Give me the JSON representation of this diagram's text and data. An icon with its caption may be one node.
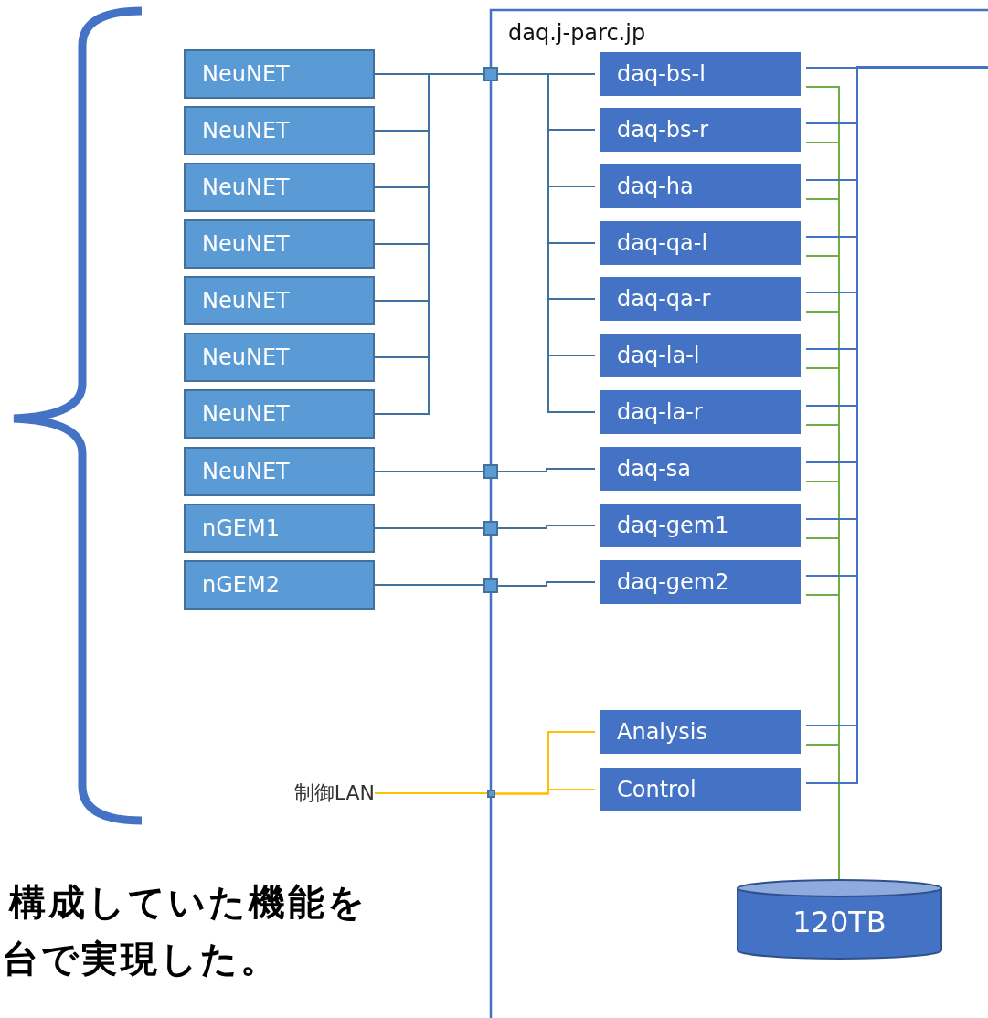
{
  "diagram": {
    "nodes": [
      {
        "text": [
          "NeuNET"
        ]
      },
      {
        "text": [
          "NeuNET"
        ]
      },
      {
        "text": [
          "NeuNET"
        ]
      },
      {
        "text": [
          "NeuNET"
        ]
      },
      {
        "text": [
          "NeuNET"
        ]
      },
      {
        "text": [
          "NeuNET"
        ]
      },
      {
        "text": [
          "NeuNET"
        ]
      },
      {
        "text": [
          "NeuNET"
        ]
      },
      {
        "text": [
          "nGEM1"
        ]
      },
      {
        "text": [
          "nGEM2"
        ]
      },
      {
        "text": [
          "daq-bs-l"
        ]
      },
      {
        "text": [
          "daq-bs-r"
        ]
      },
      {
        "text": [
          "daq-ha"
        ]
      },
      {
        "text": [
          "daq-qa-l"
        ]
      },
      {
        "text": [
          "daq-qa-r"
        ]
      },
      {
        "text": [
          "daq-la-l"
        ]
      },
      {
        "text": [
          "daq-la-r"
        ]
      },
      {
        "text": [
          "daq-sa"
        ]
      },
      {
        "text": [
          "daq-gem1"
        ]
      },
      {
        "text": [
          "daq-gem2"
        ]
      },
      {
        "text": [
          "Analysis"
        ]
      },
      {
        "text": [
          "Control"
        ]
      },
      {
        "text": [
          "120TB"
        ]
      },
      {
        "text": [
          "制御LAN"
        ]
      },
      {
        "text": [],
        "shape": "box"
      },
      {
        "text": [],
        "shape": "box"
      },
      {
        "text": [],
        "shape": "box"
      },
      {
        "text": [],
        "shape": "box"
      },
      {
        "text": [],
        "shape": "box"
      }
    ],
    "edges": [
      {
        "from": 0,
        "to": 24,
        "arrow": "none"
      },
      {
        "from": 1,
        "to": 24,
        "arrow": "none"
      },
      {
        "from": 2,
        "to": 24,
        "arrow": "none"
      },
      {
        "from": 3,
        "to": 24,
        "arrow": "none"
      },
      {
        "from": 4,
        "to": 24,
        "arrow": "none"
      },
      {
        "from": 5,
        "to": 24,
        "arrow": "none"
      },
      {
        "from": 6,
        "to": 24,
        "arrow": "none"
      },
      {
        "from": 24,
        "to": 10,
        "arrow": "none"
      },
      {
        "from": 24,
        "to": 11,
        "arrow": "none"
      },
      {
        "from": 24,
        "to": 12,
        "arrow": "none"
      },
      {
        "from": 24,
        "to": 13,
        "arrow": "none"
      },
      {
        "from": 24,
        "to": 14,
        "arrow": "none"
      },
      {
        "from": 24,
        "to": 15,
        "arrow": "none"
      },
      {
        "from": 24,
        "to": 16,
        "arrow": "none"
      },
      {
        "from": 7,
        "to": 25,
        "arrow": "none"
      },
      {
        "from": 25,
        "to": 17,
        "arrow": "none"
      },
      {
        "from": 8,
        "to": 26,
        "arrow": "none"
      },
      {
        "from": 26,
        "to": 18,
        "arrow": "none"
      },
      {
        "from": 9,
        "to": 27,
        "arrow": "none"
      },
      {
        "from": 27,
        "to": 19,
        "arrow": "none"
      },
      {
        "from": 23,
        "to": 28,
        "arrow": "none",
        "color": "#ffc000"
      },
      {
        "from": 28,
        "to": 20,
        "arrow": "none",
        "color": "#ffc000"
      },
      {
        "from": 28,
        "to": 21,
        "arrow": "none",
        "color": "#ffc000"
      },
      {
        "from": 10,
        "to": 22,
        "arrow": "none",
        "color": "#70ad47"
      },
      {
        "from": 11,
        "to": 22,
        "arrow": "none",
        "color": "#70ad47"
      },
      {
        "from": 12,
        "to": 22,
        "arrow": "none",
        "color": "#70ad47"
      },
      {
        "from": 13,
        "to": 22,
        "arrow": "none",
        "color": "#70ad47"
      },
      {
        "from": 14,
        "to": 22,
        "arrow": "none",
        "color": "#70ad47"
      },
      {
        "from": 15,
        "to": 22,
        "arrow": "none",
        "color": "#70ad47"
      },
      {
        "from": 16,
        "to": 22,
        "arrow": "none",
        "color": "#70ad47"
      },
      {
        "from": 17,
        "to": 22,
        "arrow": "none",
        "color": "#70ad47"
      },
      {
        "from": 18,
        "to": 22,
        "arrow": "none",
        "color": "#70ad47"
      },
      {
        "from": 19,
        "to": 22,
        "arrow": "none",
        "color": "#70ad47"
      },
      {
        "from": 20,
        "to": 22,
        "arrow": "none",
        "color": "#70ad47"
      },
      {
        "from": 10,
        "to": null,
        "arrow": "none",
        "color": "#4472c4"
      },
      {
        "from": 11,
        "to": null,
        "arrow": "none",
        "color": "#4472c4"
      },
      {
        "from": 12,
        "to": null,
        "arrow": "none",
        "color": "#4472c4"
      },
      {
        "from": 13,
        "to": null,
        "arrow": "none",
        "color": "#4472c4"
      },
      {
        "from": 14,
        "to": null,
        "arrow": "none",
        "color": "#4472c4"
      },
      {
        "from": 15,
        "to": null,
        "arrow": "none",
        "color": "#4472c4"
      },
      {
        "from": 16,
        "to": null,
        "arrow": "none",
        "color": "#4472c4"
      },
      {
        "from": 17,
        "to": null,
        "arrow": "none",
        "color": "#4472c4"
      },
      {
        "from": 18,
        "to": null,
        "arrow": "none",
        "color": "#4472c4"
      },
      {
        "from": 19,
        "to": null,
        "arrow": "none",
        "color": "#4472c4"
      },
      {
        "from": 20,
        "to": null,
        "arrow": "none",
        "color": "#4472c4"
      },
      {
        "from": 21,
        "to": null,
        "arrow": "none",
        "color": "#4472c4"
      }
    ],
    "labels": [
      "daq.j-parc.jp",
      "構成していた機能を",
      "台で実現した。"
    ]
  }
}
